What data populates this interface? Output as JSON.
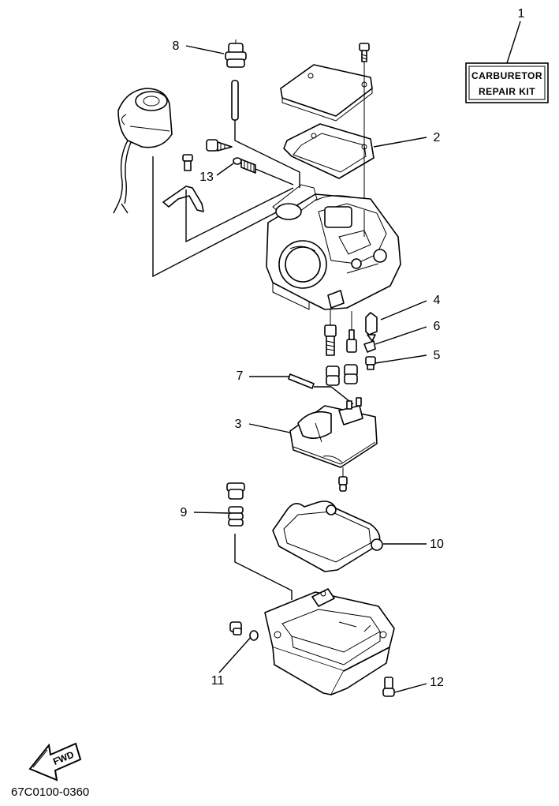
{
  "kit_label": {
    "line1": "CARBURETOR",
    "line2": "REPAIR KIT"
  },
  "callouts": [
    "1",
    "2",
    "3",
    "4",
    "5",
    "6",
    "7",
    "8",
    "9",
    "10",
    "11",
    "12",
    "13"
  ],
  "fwd_label": "FWD",
  "diagram_code": "67C0100-0360"
}
